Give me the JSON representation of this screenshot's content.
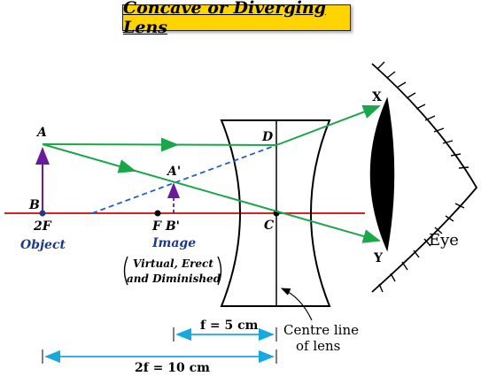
{
  "title": "Concave or Diverging Lens",
  "labels": {
    "A": "A",
    "B": "B",
    "two_F": "2F",
    "object": "Object",
    "A_prime": "A'",
    "F_B_prime": "F B'",
    "image": "Image",
    "image_note_1": "Virtual, Erect",
    "image_note_2": "and Diminished",
    "D": "D",
    "C": "C",
    "X": "X",
    "Y": "Y",
    "eye": "Eye",
    "focal_length": "f = 5 cm",
    "twice_focal_length": "2f = 10 cm",
    "centre_line_1": "Centre line",
    "centre_line_2": "of lens"
  },
  "colors": {
    "principal_axis": "#e02020",
    "ray": "#1aa64a",
    "virtual_ray": "#1f5fd6",
    "object_arrow": "#6a1b9a",
    "dimension": "#18a8e0",
    "title_bg": "#ffd400"
  }
}
